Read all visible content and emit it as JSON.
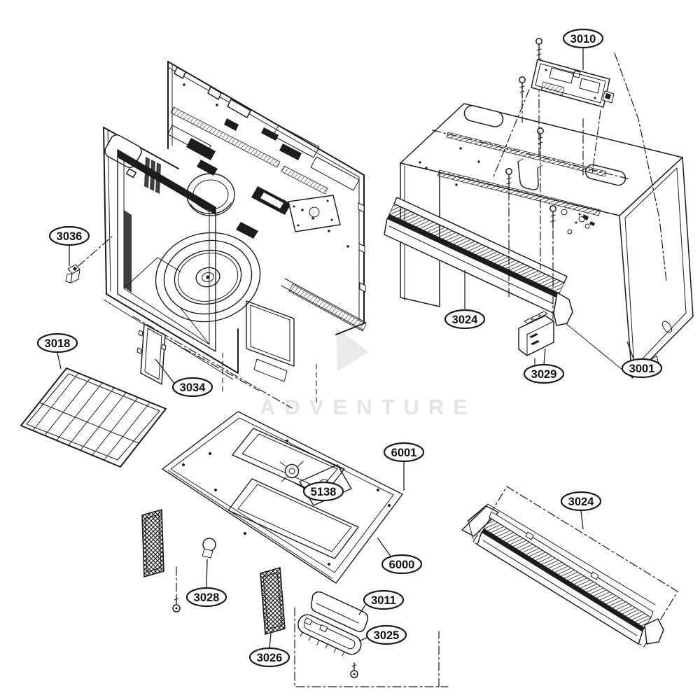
{
  "diagram": {
    "kind": "exploded parts diagram"
  },
  "colors": {
    "line": "#1c1c1c",
    "background": "#ffffff",
    "watermark": "#c6cacd"
  },
  "watermark": {
    "text": "ADVENTURE"
  },
  "labels": [
    {
      "text": "3010"
    },
    {
      "text": "3036"
    },
    {
      "text": "3018"
    },
    {
      "text": "3034"
    },
    {
      "text": "3024"
    },
    {
      "text": "3029"
    },
    {
      "text": "3001"
    },
    {
      "text": "6001"
    },
    {
      "text": "5138"
    },
    {
      "text": "6000"
    },
    {
      "text": "3028"
    },
    {
      "text": "3011"
    },
    {
      "text": "3025"
    },
    {
      "text": "3026"
    },
    {
      "text": "3024"
    }
  ]
}
